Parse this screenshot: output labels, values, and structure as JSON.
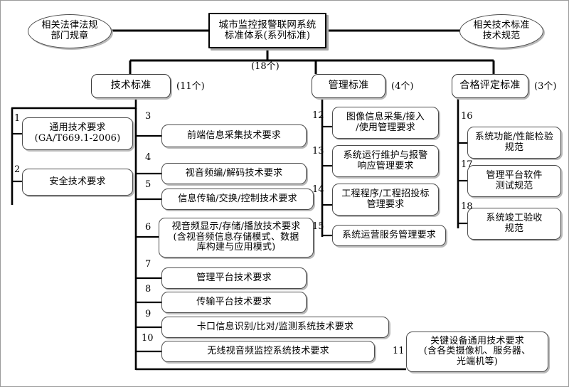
{
  "diagram": {
    "title_node": {
      "line1": "城市监控报警联网系统",
      "line2": "标准体系(系列标准)",
      "count": "(18个)"
    },
    "side_nodes": [
      {
        "id": "left-ellipse",
        "line1": "相关法律法规",
        "line2": "部门规章"
      },
      {
        "id": "right-ellipse",
        "line1": "相关技术标准",
        "line2": "技术规范"
      }
    ],
    "categories": [
      {
        "id": "tech",
        "label": "技术标准",
        "count": "(11个)"
      },
      {
        "id": "management",
        "label": "管理标准",
        "count": "(4个)"
      },
      {
        "id": "conformity",
        "label": "合格评定标准",
        "count": "(3个)"
      }
    ],
    "tech_items": [
      {
        "num": "1",
        "lines": [
          "通用技术要求",
          "(GA/T669.1-2006)"
        ]
      },
      {
        "num": "2",
        "lines": [
          "安全技术要求"
        ]
      },
      {
        "num": "3",
        "lines": [
          "前端信息采集技术要求"
        ]
      },
      {
        "num": "4",
        "lines": [
          "视音频编/解码技术要求"
        ]
      },
      {
        "num": "5",
        "lines": [
          "信息传输/交换/控制技术要求"
        ]
      },
      {
        "num": "6",
        "lines": [
          "视音频显示/存储/播放技术要求",
          "(含视音频信息存储模式、数据",
          "库构建与应用模式)"
        ]
      },
      {
        "num": "7",
        "lines": [
          "管理平台技术要求"
        ]
      },
      {
        "num": "8",
        "lines": [
          "传输平台技术要求"
        ]
      },
      {
        "num": "9",
        "lines": [
          "卡口信息识别/比对/监测系统技术要求"
        ]
      },
      {
        "num": "10",
        "lines": [
          "无线视音频监控系统技术要求"
        ]
      },
      {
        "num": "11",
        "lines": [
          "关键设备通用技术要求",
          "(含各类摄像机、服务器、",
          "光端机等)"
        ]
      }
    ],
    "management_items": [
      {
        "num": "12",
        "lines": [
          "图像信息采集/接入",
          "/使用管理要求"
        ]
      },
      {
        "num": "13",
        "lines": [
          "系统运行维护与报警",
          "响应管理要求"
        ]
      },
      {
        "num": "14",
        "lines": [
          "工程程序/工程招投标",
          "管理要求"
        ]
      },
      {
        "num": "15",
        "lines": [
          "系统运营服务管理要求"
        ]
      }
    ],
    "conformity_items": [
      {
        "num": "16",
        "lines": [
          "系统功能/性能检验",
          "规范"
        ]
      },
      {
        "num": "17",
        "lines": [
          "管理平台软件",
          "测试规范"
        ]
      },
      {
        "num": "18",
        "lines": [
          "系统竣工验收",
          "规范"
        ]
      }
    ],
    "colors": {
      "line": "#000000",
      "node_border": "#4d4d4d",
      "shadow": "#b9b9b9",
      "background": "#ffffff"
    }
  }
}
